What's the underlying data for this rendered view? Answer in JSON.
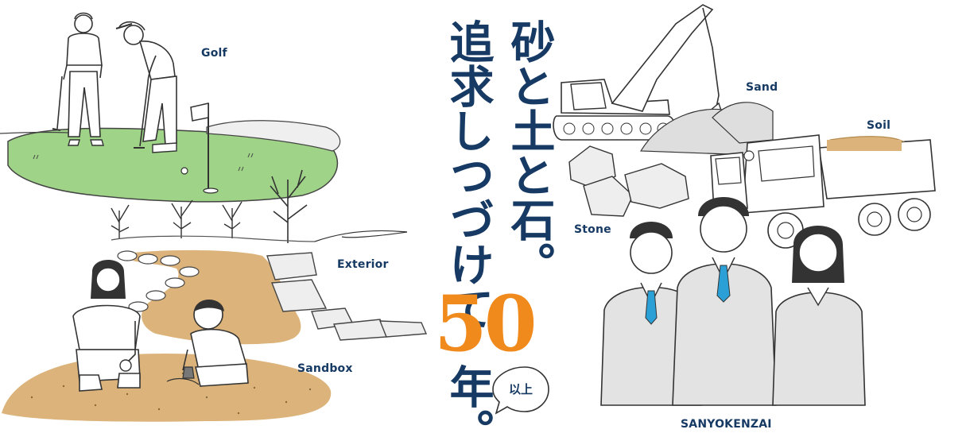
{
  "headline": {
    "line1": "砂と土と石。",
    "line2_prefix": "追求しつづけて",
    "years_number": "50",
    "years_suffix": "年。",
    "bubble": "以上"
  },
  "labels": {
    "golf": "Golf",
    "exterior": "Exterior",
    "sandbox": "Sandbox",
    "sand": "Sand",
    "soil": "Soil",
    "stone": "Stone",
    "company": "SANYOKENZAI"
  },
  "colors": {
    "navy": "#163a63",
    "orange": "#f08a1c",
    "grass": "#9fd387",
    "sand": "#dcb47b",
    "tie": "#2aa0d6"
  }
}
